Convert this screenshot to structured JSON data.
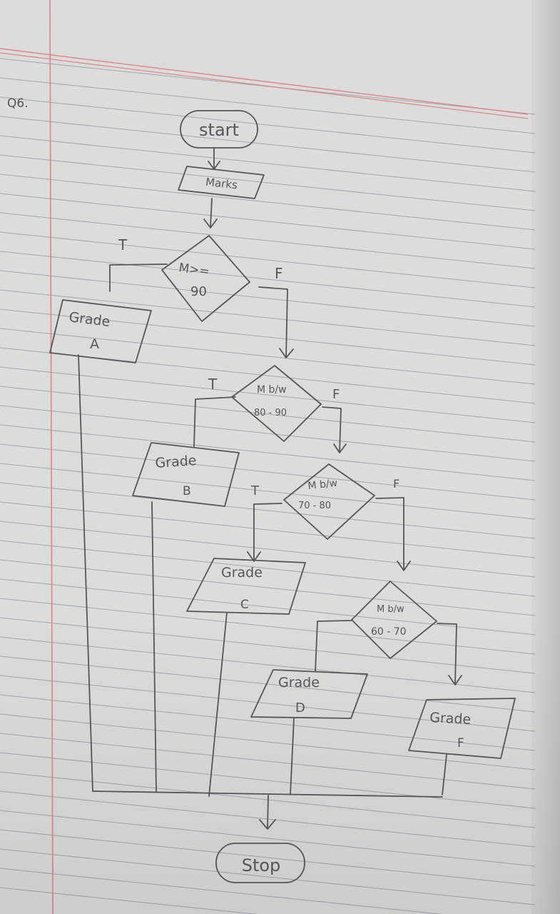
{
  "page": {
    "question_label": "Q6."
  },
  "flowchart": {
    "start": "start",
    "input": "Marks",
    "decision1": {
      "line1": "M>=",
      "line2": "90",
      "true_label": "T",
      "false_label": "F"
    },
    "output_a": {
      "line1": "Grade",
      "line2": "A"
    },
    "decision2": {
      "line1": "M b/w",
      "line2": "80 - 90",
      "true_label": "T",
      "false_label": "F"
    },
    "output_b": {
      "line1": "Grade",
      "line2": "B"
    },
    "decision3": {
      "line1": "M b/w",
      "line2": "70 - 80",
      "true_label": "T",
      "false_label": "F"
    },
    "output_c": {
      "line1": "Grade",
      "line2": "C"
    },
    "decision4": {
      "line1": "M b/w",
      "line2": "60 - 70"
    },
    "output_d": {
      "line1": "Grade",
      "line2": "D"
    },
    "output_f": {
      "line1": "Grade",
      "line2": "F"
    },
    "stop": "Stop"
  },
  "colors": {
    "paper": "#dcdcda",
    "rule_line": "#6f7f8f",
    "margin_line": "#d9868a",
    "pencil": "#55565a"
  }
}
